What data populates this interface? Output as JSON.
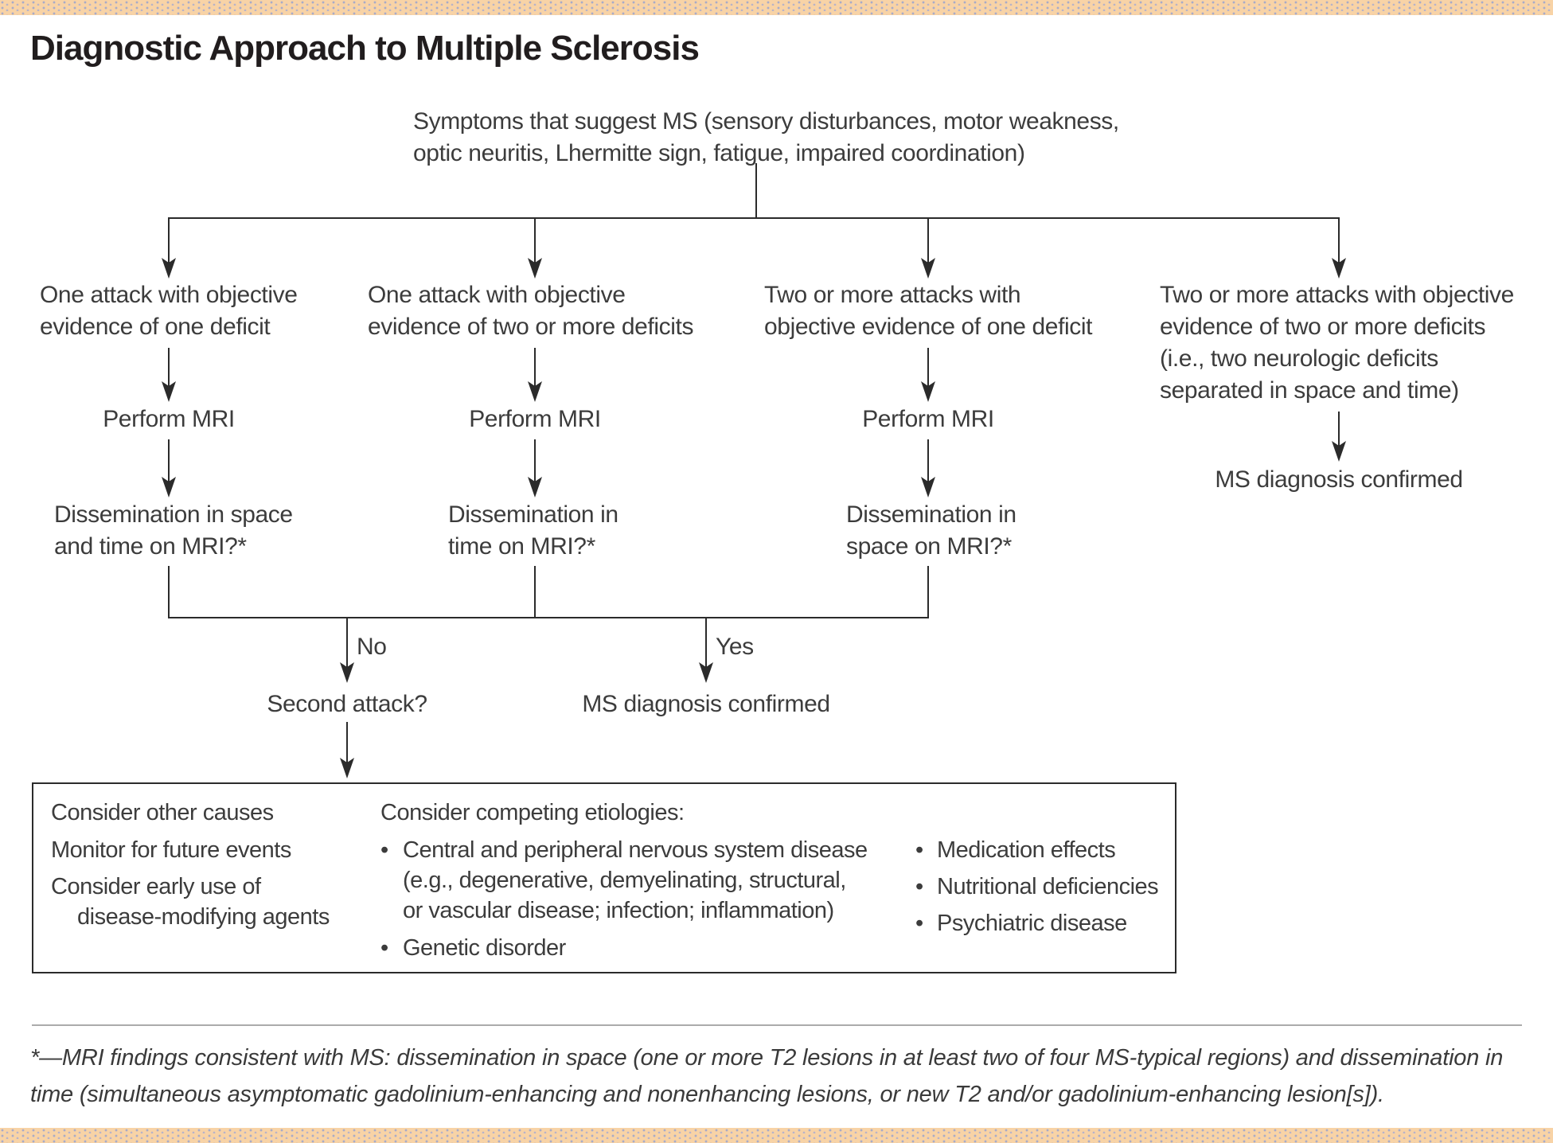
{
  "page": {
    "title": "Diagnostic Approach to Multiple Sclerosis"
  },
  "flow": {
    "root": "Symptoms that suggest MS (sensory disturbances, motor weakness,\noptic neuritis, Lhermitte sign, fatigue, impaired coordination)",
    "branches": [
      {
        "condition": "One attack with objective\nevidence of one deficit",
        "action": "Perform MRI",
        "question": "Dissemination in space\nand time on MRI?*"
      },
      {
        "condition": "One attack with objective\nevidence of two or more deficits",
        "action": "Perform MRI",
        "question": "Dissemination in\ntime on MRI?*"
      },
      {
        "condition": "Two or more attacks with\nobjective evidence of one deficit",
        "action": "Perform MRI",
        "question": "Dissemination in\nspace on MRI?*"
      },
      {
        "condition": "Two or more attacks with objective\nevidence of two or more deficits\n(i.e., two neurologic deficits\nseparated in space and time)",
        "outcome": "MS diagnosis confirmed"
      }
    ],
    "decision": {
      "no_label": "No",
      "no_outcome": "Second attack?",
      "yes_label": "Yes",
      "yes_outcome": "MS diagnosis confirmed"
    }
  },
  "management_box": {
    "left_items": [
      [
        "Consider other causes"
      ],
      [
        "Monitor for future events"
      ],
      [
        "Consider early use of",
        "disease-modifying agents"
      ]
    ],
    "middle_heading": "Consider competing etiologies:",
    "middle_bullets": [
      [
        "Central and peripheral nervous system disease",
        "(e.g., degenerative, demyelinating, structural,",
        "or vascular disease; infection; inflammation)"
      ],
      [
        "Genetic disorder"
      ]
    ],
    "right_bullets": [
      "Medication effects",
      "Nutritional deficiencies",
      "Psychiatric disease"
    ],
    "bullet_glyph": "•"
  },
  "footnote": "*—MRI findings consistent with MS: dissemination in space (one or more T2 lesions in at least two of four MS-typical regions) and dissemination in\ntime (simultaneous asymptomatic gadolinium-enhancing and nonenhancing lesions, or new T2 and/or gadolinium-enhancing lesion[s]).",
  "colors": {
    "accent_bar": "#f8d3a6",
    "bar_dots": "#a8abc8",
    "line": "#2b2b2b",
    "text": "#3c3c3c"
  }
}
